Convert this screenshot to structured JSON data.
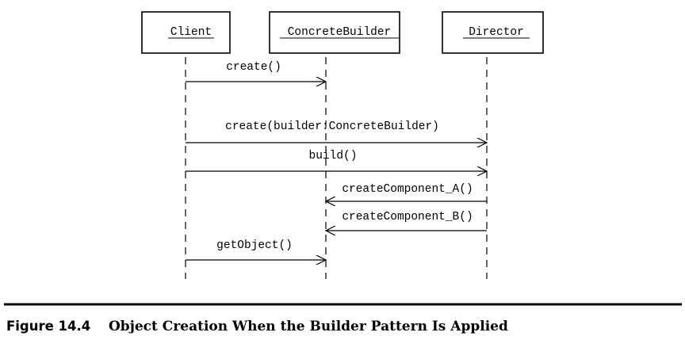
{
  "participants": [
    {
      "id": "client",
      "label": "Client"
    },
    {
      "id": "builder",
      "label": "ConcreteBuilder"
    },
    {
      "id": "director",
      "label": "Director"
    }
  ],
  "messages": [
    {
      "label": "create()",
      "from": "client",
      "to": "builder"
    },
    {
      "label": "create(builder:ConcreteBuilder)",
      "from": "client",
      "to": "director"
    },
    {
      "label": "build()",
      "from": "client",
      "to": "director"
    },
    {
      "label": "createComponent_A()",
      "from": "director",
      "to": "builder"
    },
    {
      "label": "createComponent_B()",
      "from": "director",
      "to": "builder"
    },
    {
      "label": "getObject()",
      "from": "client",
      "to": "builder"
    }
  ],
  "caption": {
    "number": "Figure 14.4",
    "title": "Object Creation When the Builder Pattern Is Applied"
  }
}
